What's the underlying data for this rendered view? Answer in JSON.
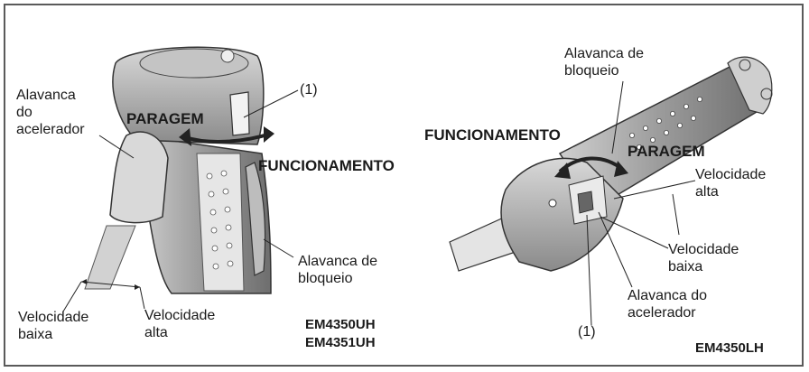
{
  "left": {
    "throttle_lever": "Alavanca\ndo\nacelerador",
    "stop": "PARAGEM",
    "run": "FUNCIONAMENTO",
    "callout": "(1)",
    "lock_lever": "Alavanca de\nbloqueio",
    "low_speed": "Velocidade\nbaixa",
    "high_speed": "Velocidade\nalta",
    "models": "EM4350UH\nEM4351UH"
  },
  "right": {
    "lock_lever": "Alavanca de\nbloqueio",
    "run": "FUNCIONAMENTO",
    "stop": "PARAGEM",
    "high_speed": "Velocidade\nalta",
    "low_speed": "Velocidade\nbaixa",
    "throttle_lever": "Alavanca do\nacelerador",
    "callout": "(1)",
    "model": "EM4350LH"
  }
}
